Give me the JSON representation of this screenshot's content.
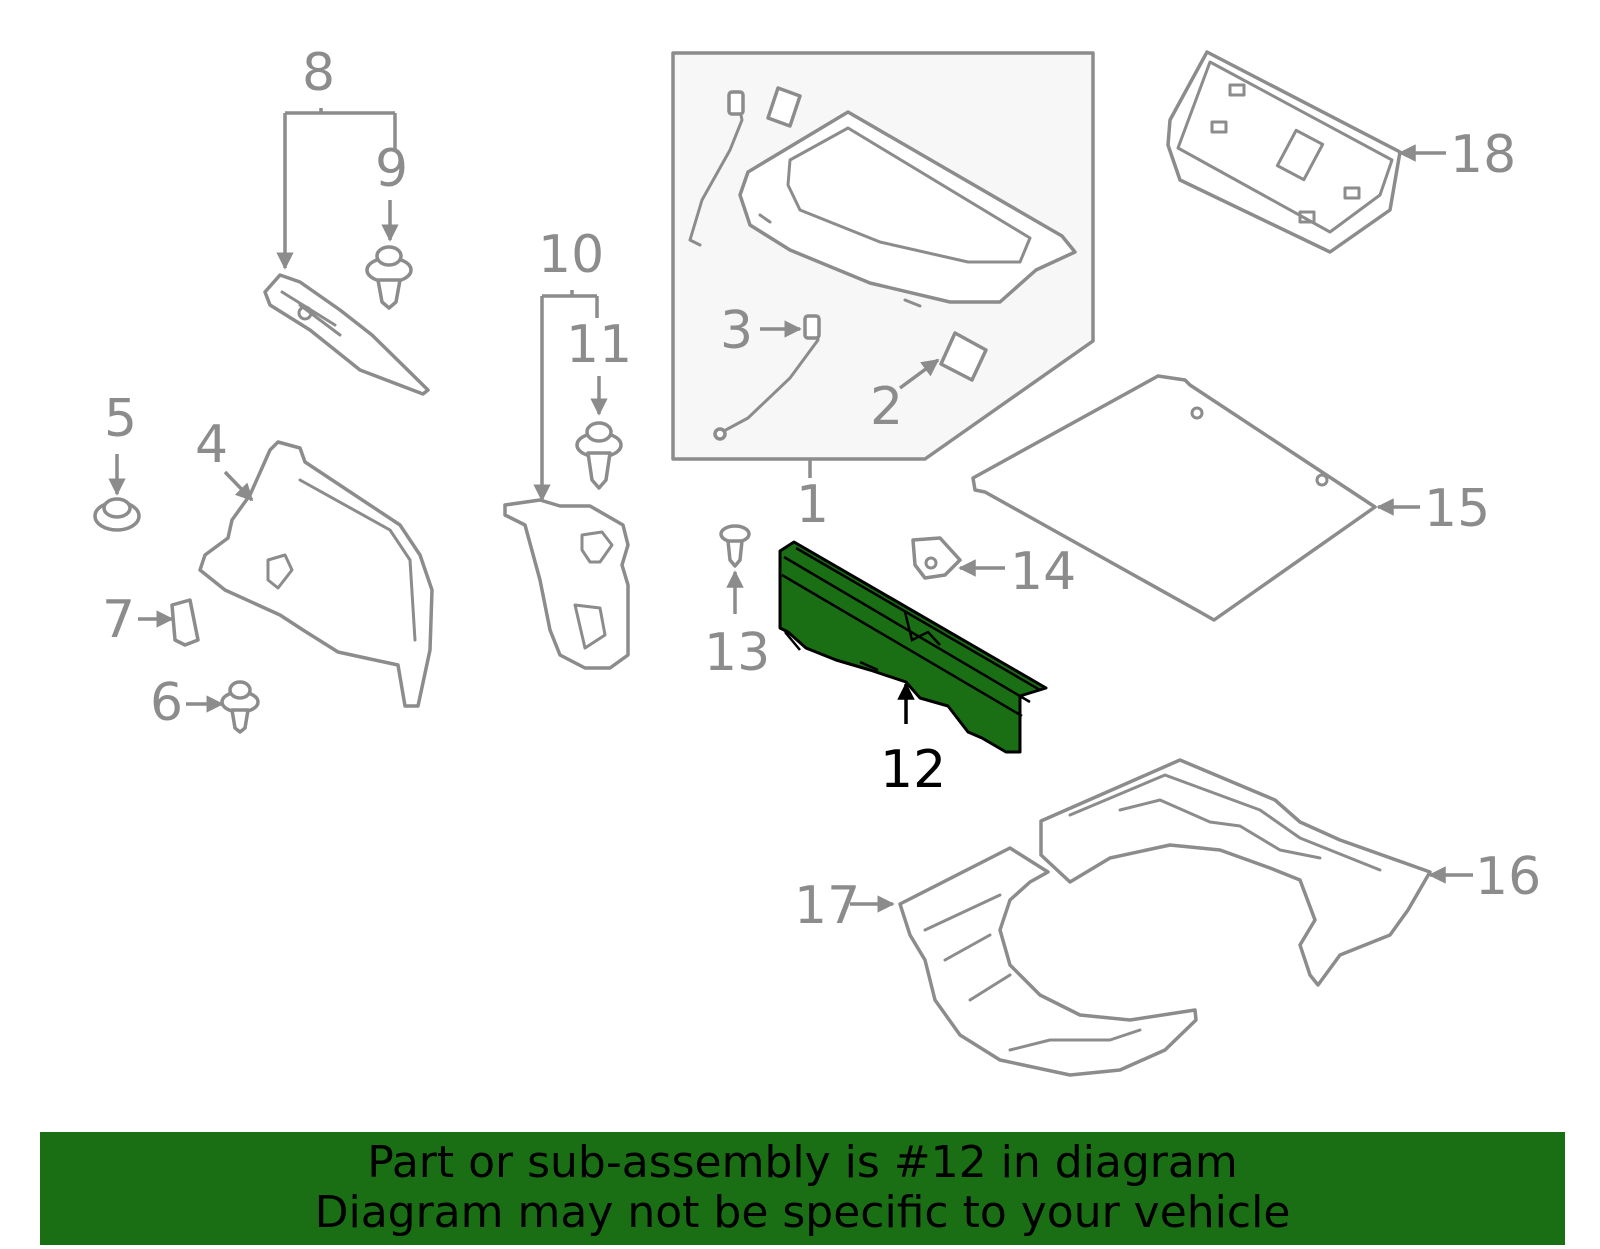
{
  "diagram": {
    "callouts": {
      "c1": "1",
      "c2": "2",
      "c3": "3",
      "c4": "4",
      "c5": "5",
      "c6": "6",
      "c7": "7",
      "c8": "8",
      "c9": "9",
      "c10": "10",
      "c11": "11",
      "c12": "12",
      "c13": "13",
      "c14": "14",
      "c15": "15",
      "c16": "16",
      "c17": "17",
      "c18": "18"
    },
    "highlighted_part": "12",
    "colors": {
      "line": "#8c8c8c",
      "highlight": "#1a6e14",
      "active_label": "#000000"
    }
  },
  "banner": {
    "line1": "Part or sub-assembly is #12 in diagram",
    "line2": "Diagram may not be specific to your vehicle"
  }
}
